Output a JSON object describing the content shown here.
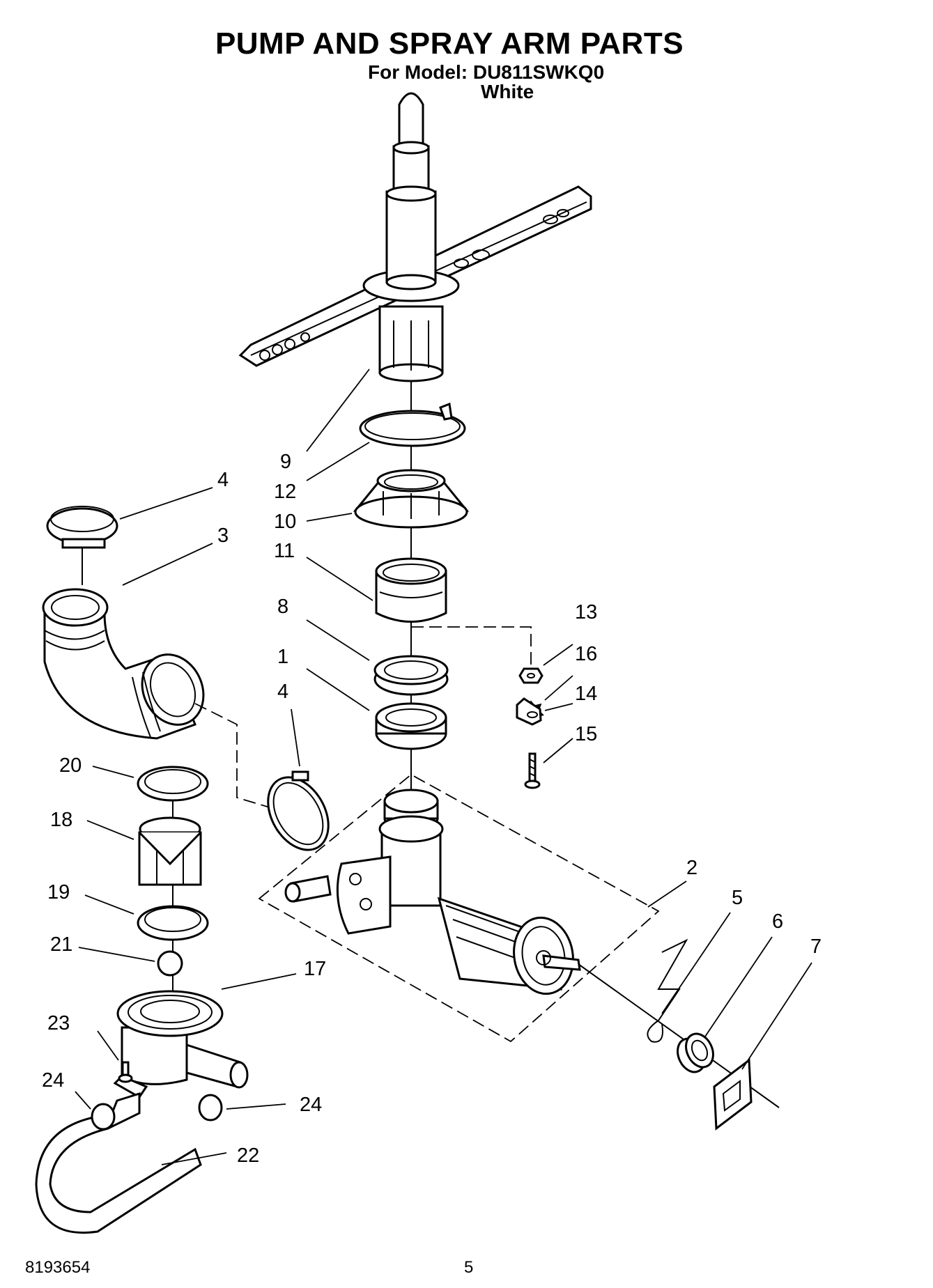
{
  "header": {
    "title": "PUMP AND SPRAY ARM PARTS",
    "model_line": "For Model: DU811SWKQ0",
    "color_line": "White"
  },
  "footer": {
    "doc_number": "8193654",
    "page_number": "5"
  },
  "callouts": {
    "c1": "1",
    "c2": "2",
    "c3": "3",
    "c4a": "4",
    "c4b": "4",
    "c5": "5",
    "c6": "6",
    "c7": "7",
    "c8": "8",
    "c9": "9",
    "c10": "10",
    "c11": "11",
    "c12": "12",
    "c13": "13",
    "c14": "14",
    "c15": "15",
    "c16": "16",
    "c17": "17",
    "c18": "18",
    "c19": "19",
    "c20": "20",
    "c21": "21",
    "c22": "22",
    "c23": "23",
    "c24a": "24",
    "c24b": "24"
  }
}
